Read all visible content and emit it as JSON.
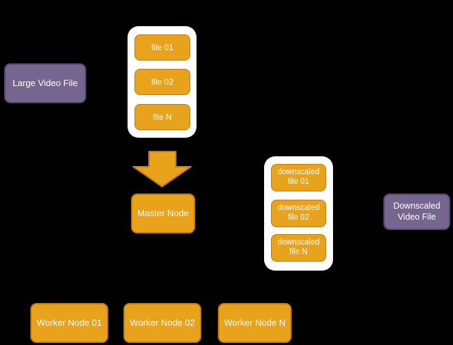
{
  "diagram": {
    "background": "#000000",
    "colors": {
      "orange_fill": "#E9A21B",
      "orange_stroke": "#BF7B10",
      "purple_fill": "#76658F",
      "purple_stroke": "#57466F",
      "group_container_fill": "#FFFFFF",
      "label_text": "#FFFFFF"
    },
    "large_video_file": {
      "label": "Large Video File"
    },
    "split_files_group": {
      "items": [
        {
          "label": "file 01"
        },
        {
          "label": "file 02"
        },
        {
          "label": "file N"
        }
      ]
    },
    "down_arrow": {
      "icon": "block-arrow-down"
    },
    "master_node": {
      "label": "Master Node"
    },
    "downscaled_files_group": {
      "items": [
        {
          "label": "downscaled file 01"
        },
        {
          "label": "downscaled file 02"
        },
        {
          "label": "downscaled file N"
        }
      ]
    },
    "downscaled_video_file": {
      "label": "Downscaled Video File"
    },
    "worker_nodes": [
      {
        "label": "Worker Node 01"
      },
      {
        "label": "Worker Node 02"
      },
      {
        "label": "Worker Node N"
      }
    ]
  }
}
